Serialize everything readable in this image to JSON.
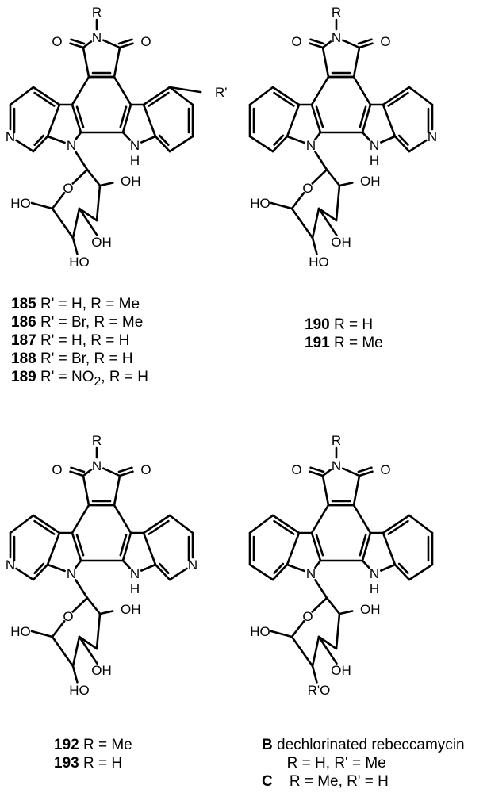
{
  "structures": [
    {
      "id": "s1",
      "left_ring": "pyridine",
      "right_ring": "benzene",
      "sugar_oh_label": "HO",
      "atoms": {
        "imide_n": "N",
        "imide_r": "R",
        "o_left": "O",
        "o_right": "O",
        "indole_n": "N",
        "nh_n": "N",
        "nh_h": "H",
        "py_left": "N",
        "py_right": "",
        "subst": "R'",
        "ring_o": "O",
        "oh1": "OH",
        "ch2oh": "HO",
        "oh3": "OH",
        "oh4": "HO"
      },
      "captions": [
        {
          "num": "185",
          "text": " R' = H, R = Me"
        },
        {
          "num": "186",
          "text": " R' = Br, R = Me"
        },
        {
          "num": "187",
          "text": " R' = H, R = H"
        },
        {
          "num": "188",
          "text": " R' = Br, R = H"
        },
        {
          "num": "189",
          "text": " R' = NO",
          "sub": "2",
          "tail": ", R = H"
        }
      ]
    },
    {
      "id": "s2",
      "left_ring": "benzene",
      "right_ring": "pyridine",
      "sugar_oh_label": "HO",
      "atoms": {
        "imide_n": "N",
        "imide_r": "R",
        "o_left": "O",
        "o_right": "O",
        "indole_n": "N",
        "nh_n": "N",
        "nh_h": "H",
        "py_left": "",
        "py_right": "N",
        "subst": "",
        "ring_o": "O",
        "oh1": "OH",
        "ch2oh": "HO",
        "oh3": "OH",
        "oh4": "HO"
      },
      "captions": [
        {
          "num": "190",
          "text": " R = H"
        },
        {
          "num": "191",
          "text": " R = Me"
        }
      ]
    },
    {
      "id": "s3",
      "left_ring": "pyridine",
      "right_ring": "pyridine",
      "sugar_oh_label": "HO",
      "atoms": {
        "imide_n": "N",
        "imide_r": "R",
        "o_left": "O",
        "o_right": "O",
        "indole_n": "N",
        "nh_n": "N",
        "nh_h": "H",
        "py_left": "N",
        "py_right": "N",
        "subst": "",
        "ring_o": "O",
        "oh1": "OH",
        "ch2oh": "HO",
        "oh3": "OH",
        "oh4": "HO"
      },
      "captions": [
        {
          "num": "192",
          "text": " R = Me"
        },
        {
          "num": "193",
          "text": " R = H"
        }
      ]
    },
    {
      "id": "s4",
      "left_ring": "benzene",
      "right_ring": "benzene",
      "sugar_oh_label": "R'O",
      "atoms": {
        "imide_n": "N",
        "imide_r": "R",
        "o_left": "O",
        "o_right": "O",
        "indole_n": "N",
        "nh_n": "N",
        "nh_h": "H",
        "py_left": "",
        "py_right": "",
        "subst": "",
        "ring_o": "O",
        "oh1": "OH",
        "ch2oh": "HO",
        "oh3": "OH",
        "oh4": "R'O"
      },
      "captions": [
        {
          "num": "B",
          "text": " dechlorinated rebeccamycin"
        },
        {
          "num": "",
          "text": "      R = H, R' = Me"
        },
        {
          "num": "C",
          "text": "    R = Me, R' = H"
        }
      ]
    }
  ]
}
